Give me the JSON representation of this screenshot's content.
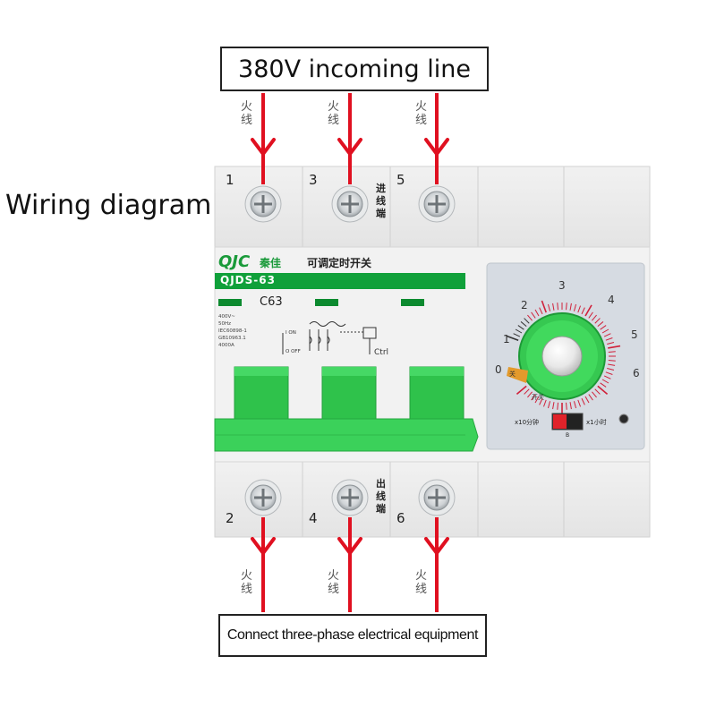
{
  "title_top": "380V incoming line",
  "title_bottom": "Connect three-phase electrical equipment",
  "side_title": "Wiring diagram",
  "wire_label": "火线",
  "terminals_top": [
    "1",
    "3",
    "5"
  ],
  "terminals_bottom": [
    "2",
    "4",
    "6"
  ],
  "incoming_label": "进线端",
  "outgoing_label": "出线端",
  "brand": "QJC",
  "brand_cn": "秦佳",
  "product_cn": "可调定时开关",
  "model": "QJDS-63",
  "rating": "C63",
  "specs": [
    "400V~",
    "50Hz",
    "IEC60898-1",
    "GB10963.1",
    "4000A"
  ],
  "on_label": "I ON",
  "off_label": "O OFF",
  "ctrl_label": "Ctrl",
  "dial_numbers": [
    "0",
    "1",
    "2",
    "3",
    "4",
    "5",
    "6"
  ],
  "dial_off": "关",
  "dial_on": "开关",
  "switch_left": "x10分钟",
  "switch_right": "x1小时",
  "switch_letter": "B",
  "colors": {
    "wire": "#e01020",
    "green": "#3bd15a",
    "dark_green": "#0e9a3a",
    "body": "#eeeeee",
    "panel": "#d6dbe2"
  }
}
